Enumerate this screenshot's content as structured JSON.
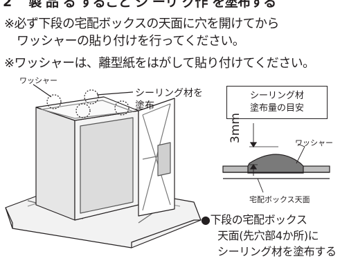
{
  "heading_partial": "2 　製 品 る すること ジ ーリ グ作 を塗布する",
  "notes": [
    "※必ず下段の宅配ボックスの天面に穴を開けてから",
    "ワッシャーの貼り付けを行ってください。",
    "※ワッシャーは、離型紙をはがして貼り付けてください。"
  ],
  "figure": {
    "washer_label": "ワッシャー",
    "sealant_label_line1": "シーリング材を",
    "sealant_label_line2": "塗布"
  },
  "guide": {
    "title_line1": "シーリング材",
    "title_line2": "塗布量の目安",
    "dimension": "3mm",
    "washer_label": "ワッシャー",
    "base_label": "宅配ボックス天面"
  },
  "instruction": {
    "bullet": "●",
    "line1": "下段の宅配ボックス",
    "line2": "天面(先穴部4か所)に",
    "line3": "シーリング材を塗布する"
  }
}
